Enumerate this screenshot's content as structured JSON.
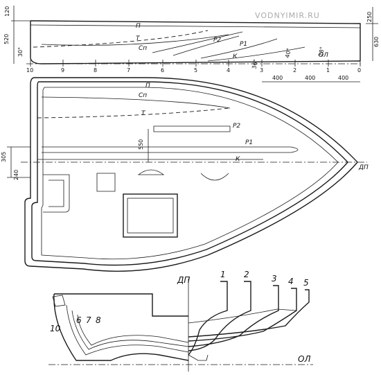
{
  "watermark": "VODNYIMIR.RU",
  "profile": {
    "dim_left_top": "120",
    "dim_left_mid": "520",
    "dim_left_low": "30°",
    "dim_right_top": "250",
    "dim_right_mid": "630",
    "lines": {
      "p": "П",
      "t": "Т",
      "sp": "Сп",
      "r2": "Р2",
      "r1": "Р1",
      "k": "К",
      "ol": "ОЛ"
    },
    "angles": {
      "a36": "36°",
      "a40": "40°",
      "a28": "28°"
    },
    "stations": [
      "10",
      "9",
      "8",
      "7",
      "6",
      "5",
      "4",
      "3",
      "2",
      "1",
      "0"
    ]
  },
  "plan": {
    "spacing": [
      "400",
      "400",
      "400"
    ],
    "lines": {
      "p": "П",
      "sp": "Сп",
      "t": "Т",
      "r2": "Р2",
      "r1": "Р1",
      "k": "К",
      "dp": "ДП"
    },
    "dims": {
      "d550": "550",
      "d305": "305",
      "d240": "240"
    }
  },
  "body_plan": {
    "dp": "ДП",
    "aft_stations": [
      "10",
      "6",
      "7",
      "8"
    ],
    "fwd_stations": [
      "1",
      "2",
      "3",
      "4",
      "5"
    ],
    "ol": "ОЛ"
  }
}
